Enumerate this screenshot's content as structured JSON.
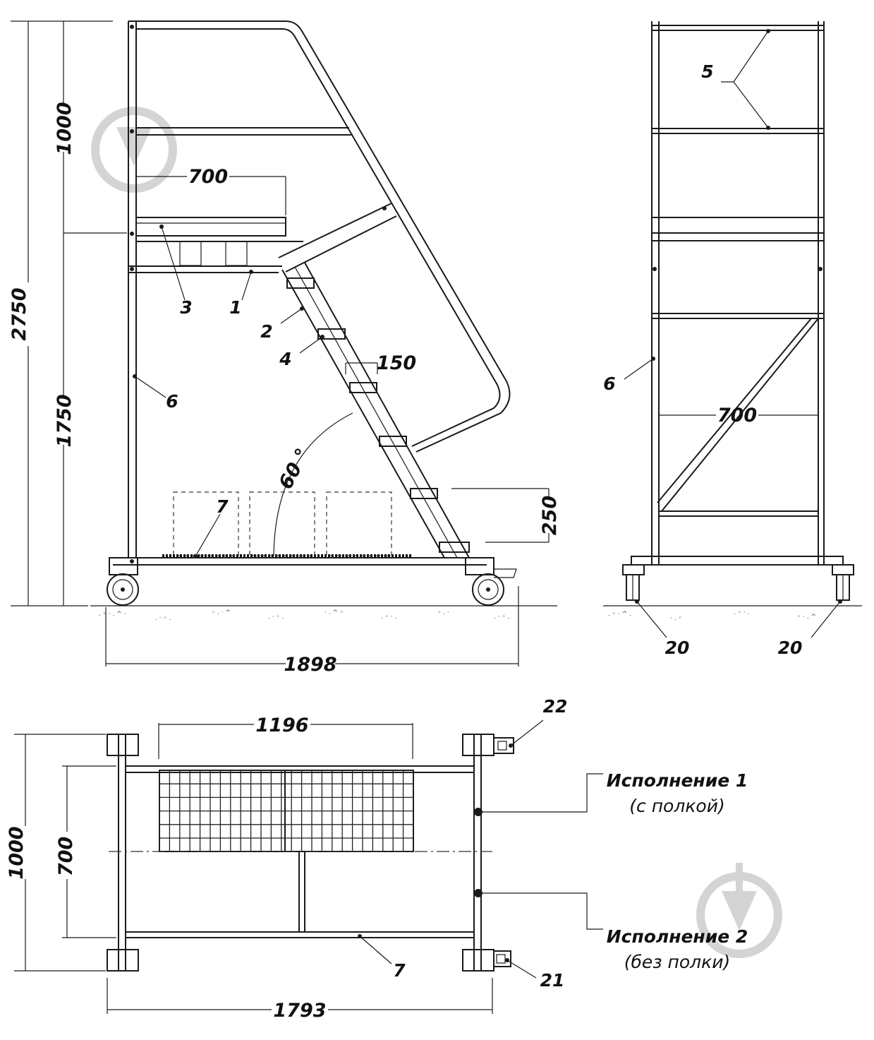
{
  "side_view": {
    "dims": {
      "total_height": "2750",
      "rail_height": "1000",
      "platform_height": "1750",
      "platform_length": "700",
      "step_depth": "150",
      "step_rise": "250",
      "angle": "60 °",
      "base_length": "1898"
    },
    "callouts": {
      "c1": "1",
      "c2": "2",
      "c3": "3",
      "c4": "4",
      "c6": "6",
      "c7": "7"
    }
  },
  "front_view": {
    "dims": {
      "width": "700"
    },
    "callouts": {
      "c5": "5",
      "c6": "6",
      "c20a": "20",
      "c20b": "20"
    }
  },
  "top_view": {
    "dims": {
      "shelf_length": "1196",
      "outer_width": "1000",
      "inner_width": "700",
      "total_length": "1793"
    },
    "callouts": {
      "c7": "7",
      "c21": "21",
      "c22": "22"
    },
    "variant1": {
      "title": "Исполнение 1",
      "subtitle": "(с полкой)"
    },
    "variant2": {
      "title": "Исполнение 2",
      "subtitle": "(без полки)"
    }
  }
}
